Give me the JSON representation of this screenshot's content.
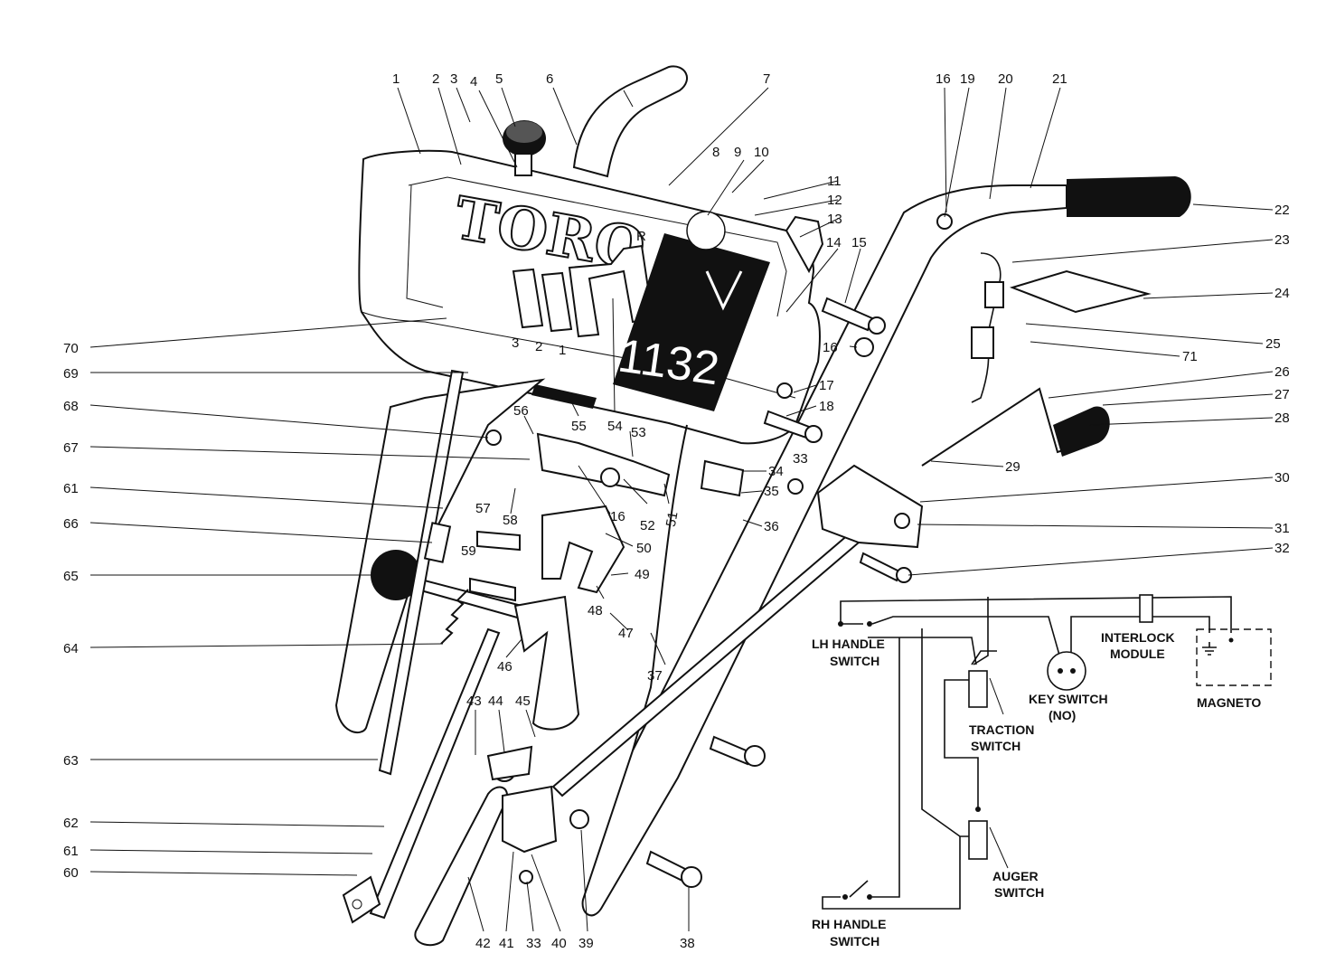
{
  "brand": {
    "logo_text": "TORO",
    "model_number": "1132",
    "gear_marks": [
      "R",
      "3",
      "2",
      "1"
    ]
  },
  "parts": {
    "p1": "1",
    "p2": "2",
    "p3": "3",
    "p4": "4",
    "p5": "5",
    "p6": "6",
    "p7": "7",
    "p8": "8",
    "p9": "9",
    "p10": "10",
    "p11": "11",
    "p12": "12",
    "p13": "13",
    "p14": "14",
    "p15": "15",
    "p16a": "16",
    "p16b": "16",
    "p16c": "16",
    "p17": "17",
    "p18": "18",
    "p19": "19",
    "p20": "20",
    "p21": "21",
    "p22": "22",
    "p23": "23",
    "p24": "24",
    "p25": "25",
    "p26": "26",
    "p27": "27",
    "p28": "28",
    "p29": "29",
    "p30": "30",
    "p31": "31",
    "p32": "32",
    "p33a": "33",
    "p33b": "33",
    "p34": "34",
    "p35": "35",
    "p36": "36",
    "p37": "37",
    "p38": "38",
    "p39": "39",
    "p40": "40",
    "p41": "41",
    "p42": "42",
    "p43": "43",
    "p44": "44",
    "p45": "45",
    "p46": "46",
    "p47": "47",
    "p48": "48",
    "p49": "49",
    "p50": "50",
    "p51": "51",
    "p52": "52",
    "p53": "53",
    "p54": "54",
    "p55": "55",
    "p56": "56",
    "p57": "57",
    "p58": "58",
    "p59": "59",
    "p60": "60",
    "p61a": "61",
    "p61b": "61",
    "p62": "62",
    "p63": "63",
    "p64": "64",
    "p65": "65",
    "p66": "66",
    "p67": "67",
    "p68": "68",
    "p69": "69",
    "p70": "70",
    "p71": "71"
  },
  "wiring": {
    "lh_handle_switch": [
      "LH HANDLE",
      "SWITCH"
    ],
    "rh_handle_switch": [
      "RH HANDLE",
      "SWITCH"
    ],
    "interlock_module": [
      "INTERLOCK",
      "MODULE"
    ],
    "key_switch": [
      "KEY SWITCH",
      "(NO)"
    ],
    "traction_switch": [
      "TRACTION",
      "SWITCH"
    ],
    "auger_switch": [
      "AUGER",
      "SWITCH"
    ],
    "magneto": "MAGNETO"
  }
}
